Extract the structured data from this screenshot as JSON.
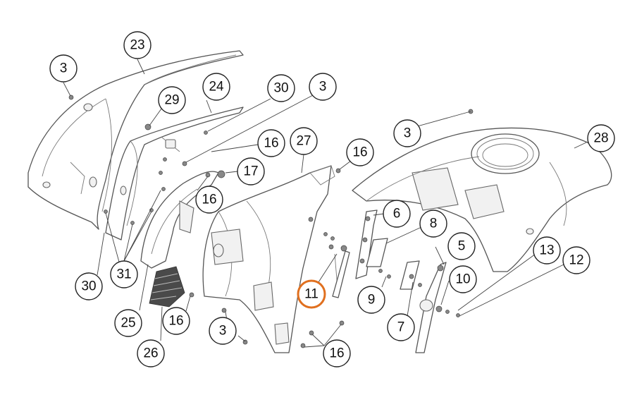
{
  "highlight_color": "#e0701f",
  "callouts": [
    {
      "id": "c3a",
      "label": "3",
      "highlight": false
    },
    {
      "id": "c23",
      "label": "23",
      "highlight": false
    },
    {
      "id": "c29",
      "label": "29",
      "highlight": false
    },
    {
      "id": "c24",
      "label": "24",
      "highlight": false
    },
    {
      "id": "c30a",
      "label": "30",
      "highlight": false
    },
    {
      "id": "c3b",
      "label": "3",
      "highlight": false
    },
    {
      "id": "c16a",
      "label": "16",
      "highlight": false
    },
    {
      "id": "c27",
      "label": "27",
      "highlight": false
    },
    {
      "id": "c16b",
      "label": "16",
      "highlight": false
    },
    {
      "id": "c3c",
      "label": "3",
      "highlight": false
    },
    {
      "id": "c28",
      "label": "28",
      "highlight": false
    },
    {
      "id": "c17",
      "label": "17",
      "highlight": false
    },
    {
      "id": "c16c",
      "label": "16",
      "highlight": false
    },
    {
      "id": "c6",
      "label": "6",
      "highlight": false
    },
    {
      "id": "c8",
      "label": "8",
      "highlight": false
    },
    {
      "id": "c5",
      "label": "5",
      "highlight": false
    },
    {
      "id": "c13",
      "label": "13",
      "highlight": false
    },
    {
      "id": "c12",
      "label": "12",
      "highlight": false
    },
    {
      "id": "c10",
      "label": "10",
      "highlight": false
    },
    {
      "id": "c31",
      "label": "31",
      "highlight": false
    },
    {
      "id": "c30b",
      "label": "30",
      "highlight": false
    },
    {
      "id": "c11",
      "label": "11",
      "highlight": true
    },
    {
      "id": "c9",
      "label": "9",
      "highlight": false
    },
    {
      "id": "c7",
      "label": "7",
      "highlight": false
    },
    {
      "id": "c25",
      "label": "25",
      "highlight": false
    },
    {
      "id": "c16d",
      "label": "16",
      "highlight": false
    },
    {
      "id": "c3d",
      "label": "3",
      "highlight": false
    },
    {
      "id": "c26",
      "label": "26",
      "highlight": false
    },
    {
      "id": "c16e",
      "label": "16",
      "highlight": false
    }
  ]
}
